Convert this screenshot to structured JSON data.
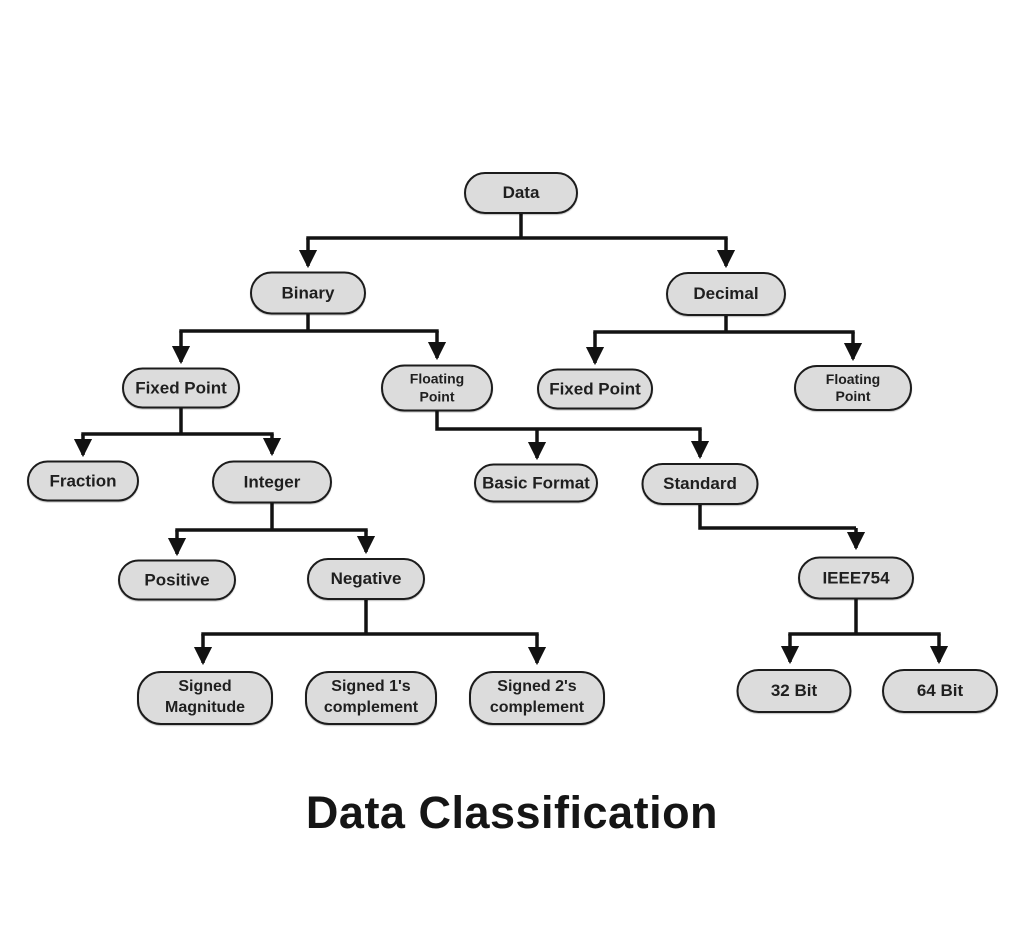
{
  "page": {
    "title": "Data Classification"
  },
  "diagram": {
    "colors": {
      "background": "#ffffff",
      "node_fill": "#dcdcdc",
      "node_border": "#1c1c1c",
      "line_color": "#121212",
      "text": "#1f1f1f"
    },
    "nodes": {
      "data": {
        "label": "Data"
      },
      "binary": {
        "label": "Binary"
      },
      "decimal": {
        "label": "Decimal"
      },
      "fixed_point_binary": {
        "label": "Fixed Point"
      },
      "floating_point_binary": {
        "label": "Floating Point"
      },
      "fixed_point_decimal": {
        "label": "Fixed Point"
      },
      "floating_point_decimal": {
        "label": "Floating Point"
      },
      "fraction": {
        "label": "Fraction"
      },
      "integer": {
        "label": "Integer"
      },
      "basic_format": {
        "label": "Basic Format"
      },
      "standard": {
        "label": "Standard"
      },
      "positive": {
        "label": "Positive"
      },
      "negative": {
        "label": "Negative"
      },
      "ieee754": {
        "label": "IEEE754"
      },
      "signed_magnitude": {
        "label": "Signed Magnitude"
      },
      "signed_1s_complement": {
        "label": "Signed 1's complement"
      },
      "signed_2s_complement": {
        "label": "Signed 2's complement"
      },
      "bit_32": {
        "label": "32 Bit"
      },
      "bit_64": {
        "label": "64 Bit"
      }
    },
    "edges": [
      [
        "Data",
        "Binary"
      ],
      [
        "Data",
        "Decimal"
      ],
      [
        "Binary",
        "Fixed Point"
      ],
      [
        "Binary",
        "Floating Point"
      ],
      [
        "Decimal",
        "Fixed Point"
      ],
      [
        "Decimal",
        "Floating Point"
      ],
      [
        "Fixed Point (Binary)",
        "Fraction"
      ],
      [
        "Fixed Point (Binary)",
        "Integer"
      ],
      [
        "Floating Point (Binary)",
        "Basic Format"
      ],
      [
        "Floating Point (Binary)",
        "Standard"
      ],
      [
        "Integer",
        "Positive"
      ],
      [
        "Integer",
        "Negative"
      ],
      [
        "Negative",
        "Signed Magnitude"
      ],
      [
        "Negative",
        "Signed 1's complement"
      ],
      [
        "Negative",
        "Signed 2's complement"
      ],
      [
        "Standard",
        "IEEE754"
      ],
      [
        "IEEE754",
        "32 Bit"
      ],
      [
        "IEEE754",
        "64 Bit"
      ]
    ]
  }
}
